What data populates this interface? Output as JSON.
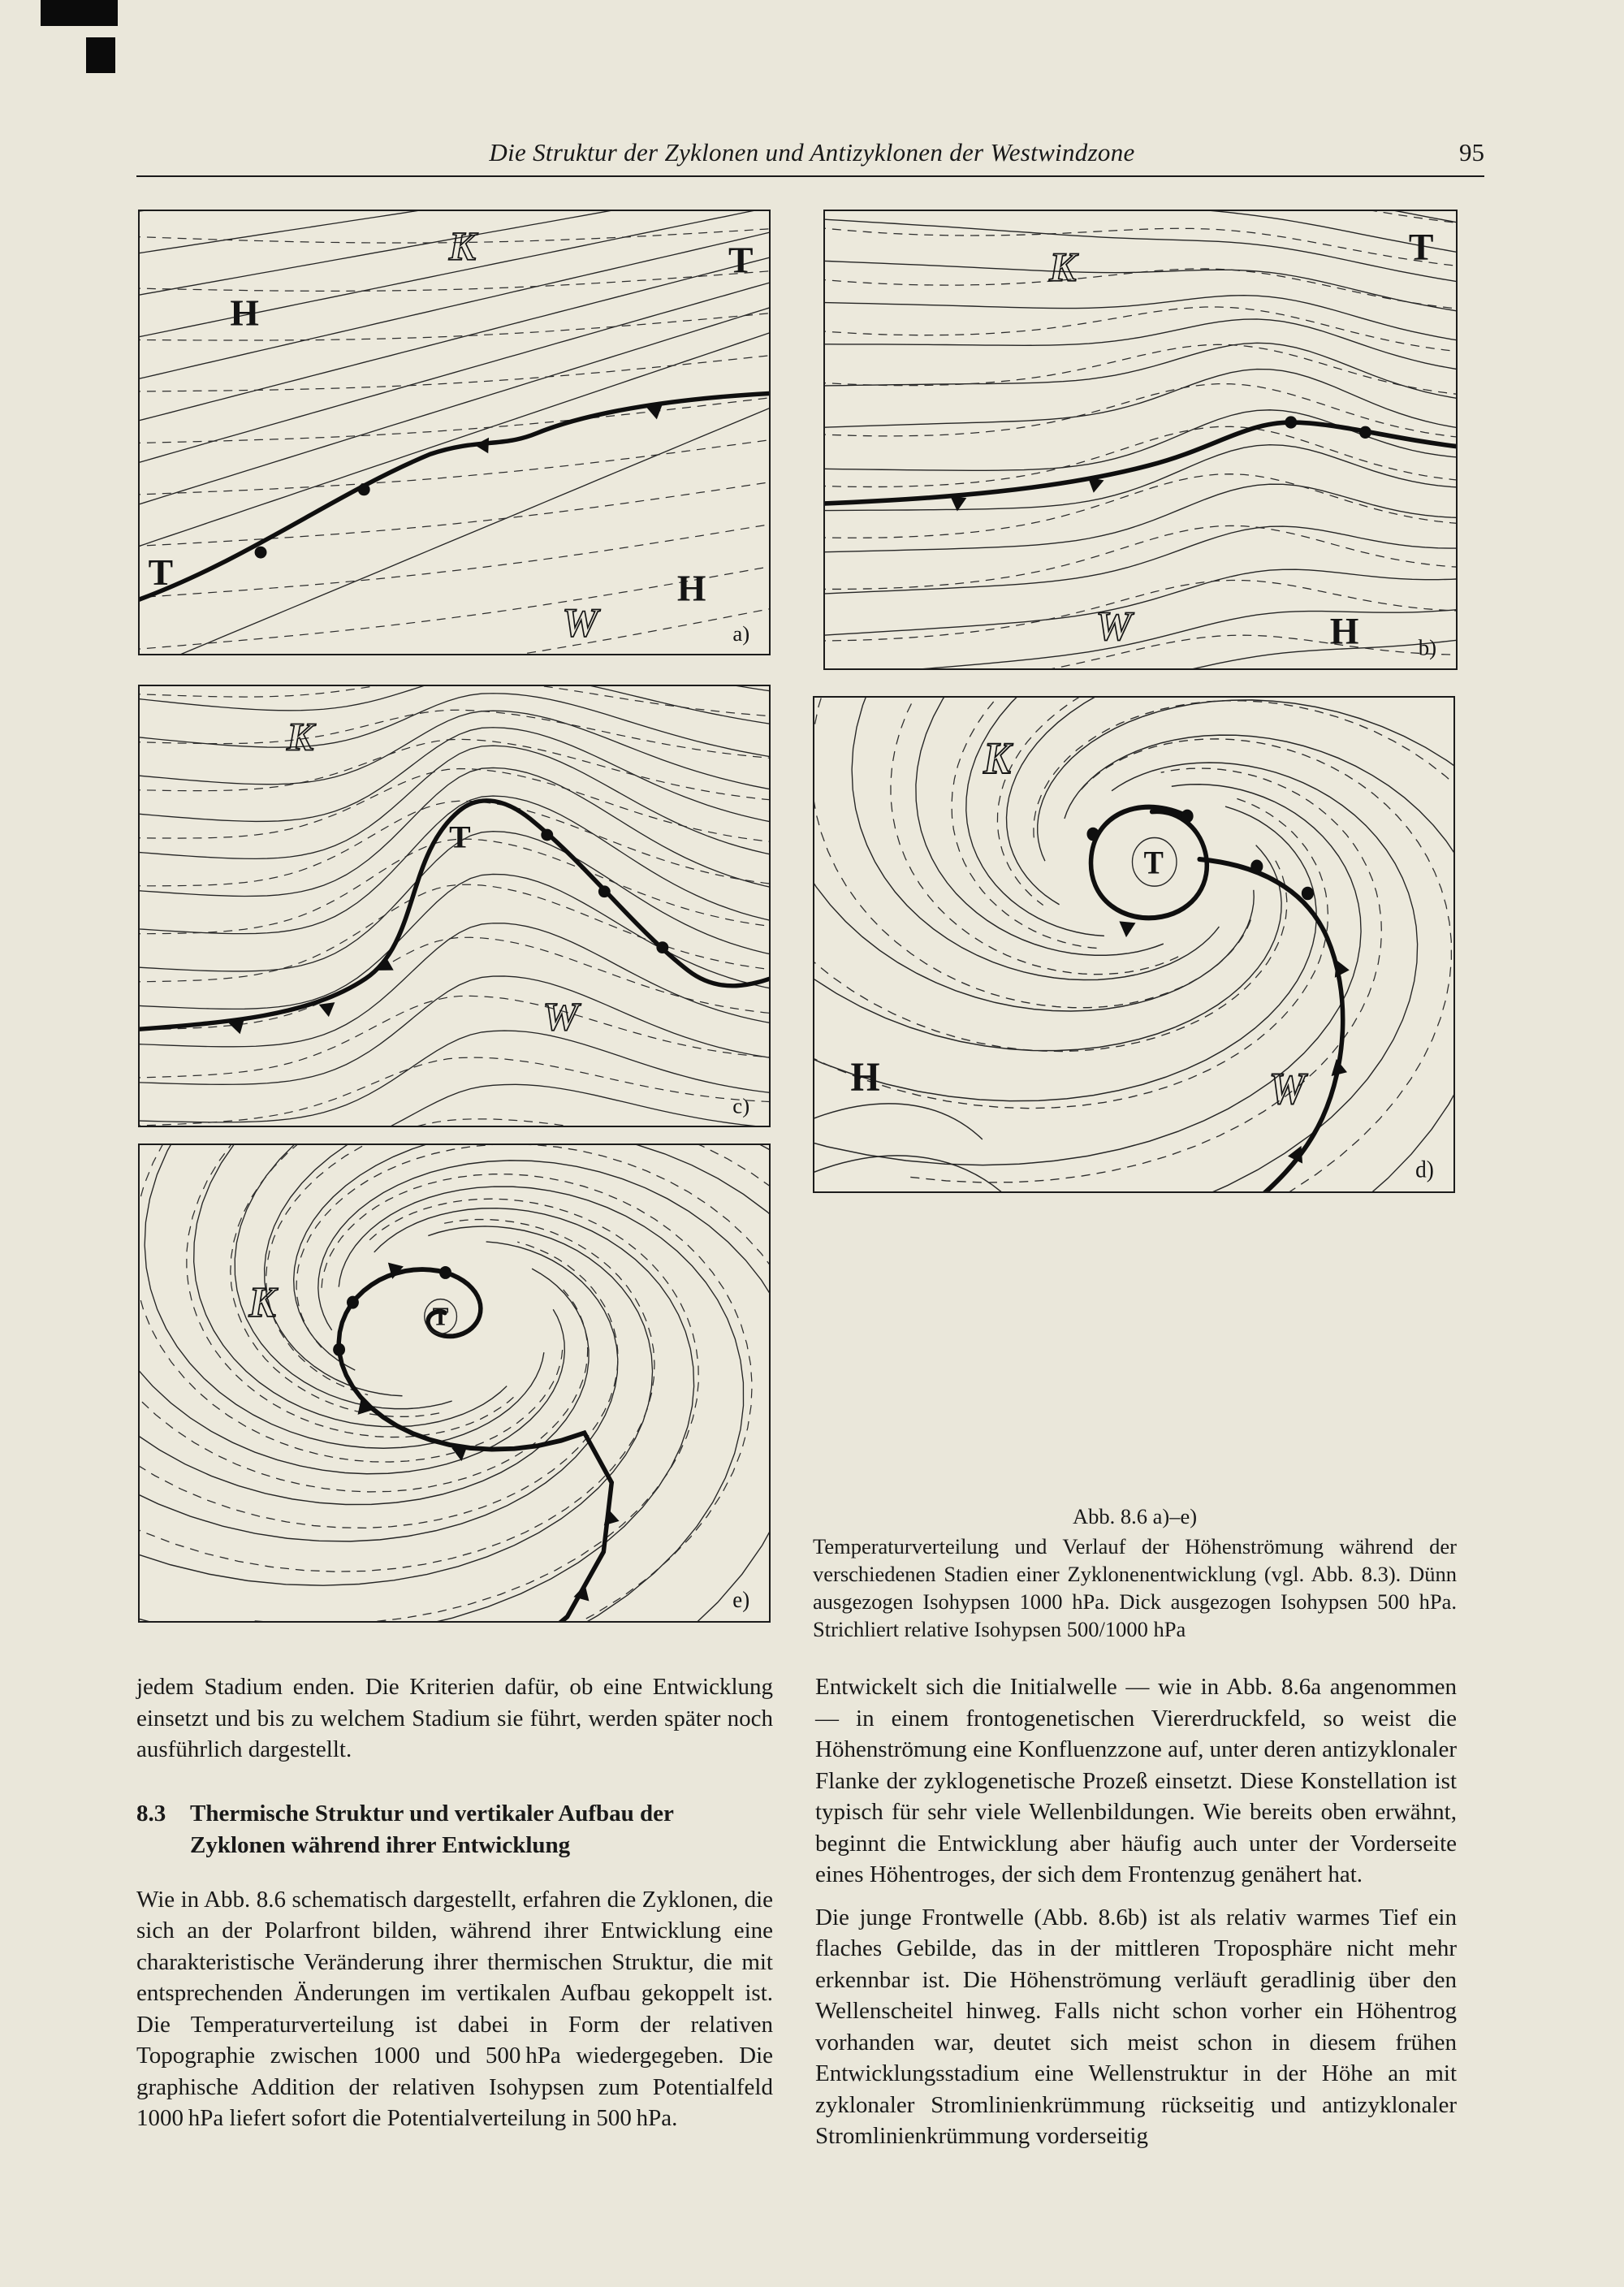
{
  "header": {
    "title": "Die Struktur der Zyklonen und Antizyklonen der Westwindzone",
    "page_number": "95"
  },
  "figure": {
    "panels": [
      {
        "label": "a)",
        "letters": [
          "H",
          "K",
          "T",
          "T",
          "H",
          "W"
        ]
      },
      {
        "label": "b)",
        "letters": [
          "K",
          "T",
          "W",
          "H"
        ]
      },
      {
        "label": "c)",
        "letters": [
          "K",
          "T",
          "W"
        ]
      },
      {
        "label": "d)",
        "letters": [
          "K",
          "T",
          "H",
          "W"
        ]
      },
      {
        "label": "e)",
        "letters": [
          "K",
          "T"
        ]
      }
    ],
    "caption": {
      "title": "Abb. 8.6 a)–e)",
      "body": "Temperaturverteilung und Verlauf der Höhenströmung während der verschiedenen Stadien einer Zyklonenentwicklung (vgl. Abb. 8.3). Dünn ausgezogen Isohypsen 1000 hPa. Dick ausgezogen Isohypsen 500 hPa. Strichliert relative Isohypsen 500/1000 hPa"
    }
  },
  "text": {
    "left": {
      "para1": "jedem Stadium enden. Die Kriterien dafür, ob eine Entwicklung einsetzt und bis zu welchem Stadium sie führt, werden später noch ausführlich dargestellt.",
      "section_number": "8.3",
      "section_title": "Thermische Struktur und vertikaler Aufbau der Zyklonen während ihrer Entwicklung",
      "para2": "Wie in Abb. 8.6 schematisch dargestellt, erfahren die Zyklonen, die sich an der Polarfront bilden, während ihrer Entwicklung eine charakteristische Veränderung ihrer thermischen Struktur, die mit entsprechenden Änderungen im vertikalen Aufbau gekoppelt ist. Die Temperaturverteilung ist dabei in Form der relativen Topographie zwischen 1000 und 500 hPa wiedergegeben. Die graphische Addition der relativen Isohypsen zum Potentialfeld 1000 hPa liefert sofort die Potentialverteilung in 500 hPa."
    },
    "right": {
      "para1": "Entwickelt sich die Initialwelle — wie in Abb. 8.6a angenommen — in einem frontogenetischen Viererdruckfeld, so weist die Höhenströmung eine Konfluenzzone auf, unter deren antizyklonaler Flanke der zyklogenetische Prozeß einsetzt. Diese Konstellation ist typisch für sehr viele Wellenbildungen. Wie bereits oben erwähnt, beginnt die Entwicklung aber häufig auch unter der Vorderseite eines Höhentroges, der sich dem Frontenzug genähert hat.",
      "para2": "Die junge Frontwelle (Abb. 8.6b) ist als relativ warmes Tief ein flaches Gebilde, das in der mittleren Troposphäre nicht mehr erkennbar ist. Die Höhenströmung verläuft geradlinig über den Wellenscheitel hinweg. Falls nicht schon vorher ein Höhentrog vorhanden war, deutet sich meist schon in diesem frühen Entwicklungsstadium eine Wellenstruktur in der Höhe an mit zyklonaler Stromlinienkrümmung rückseitig und antizyklonaler Stromlinienkrümmung vorderseitig"
    }
  }
}
